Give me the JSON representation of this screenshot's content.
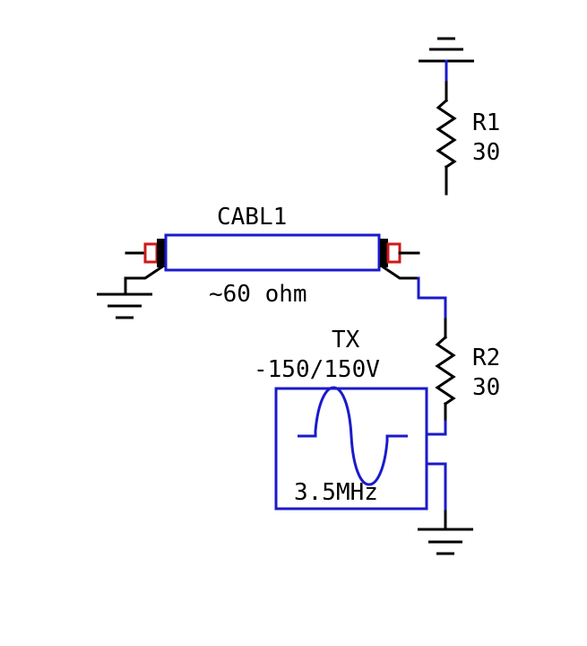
{
  "components": {
    "r1": {
      "ref": "R1",
      "value": "30"
    },
    "r2": {
      "ref": "R2",
      "value": "30"
    },
    "cable": {
      "ref": "CABL1",
      "value": "~60 ohm"
    },
    "source": {
      "ref": "TX",
      "range": "-150/150V",
      "frequency": "3.5MHz"
    }
  },
  "icons": {
    "ground": "ground-icon",
    "resistor": "resistor-icon",
    "sine": "sine-wave-icon",
    "cable": "coax-cable-icon"
  },
  "colors": {
    "wire": "#1a1acc",
    "component_outline": "#1a1acc",
    "lead": "#000000",
    "connector": "#cc1a1a"
  }
}
